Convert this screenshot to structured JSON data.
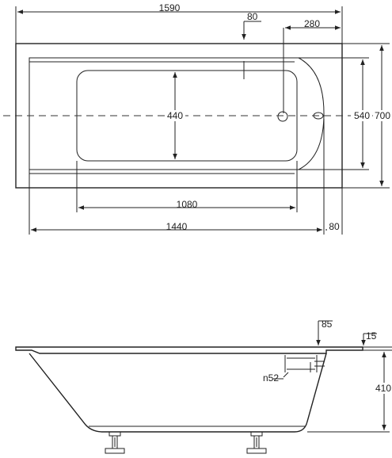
{
  "top_view": {
    "dim_total_length": "1590",
    "dim_drain_offset": "80",
    "dim_drain_to_end": "280",
    "dim_inner_width": "440",
    "dim_basin_width": "540",
    "dim_total_width": "700",
    "dim_bottom_length": "1080",
    "dim_basin_length": "1440",
    "dim_end_offset": "80"
  },
  "side_view": {
    "dim_rim_step": "85",
    "dim_rim_thickness": "15",
    "dim_overflow": "n52",
    "dim_height": "410"
  }
}
